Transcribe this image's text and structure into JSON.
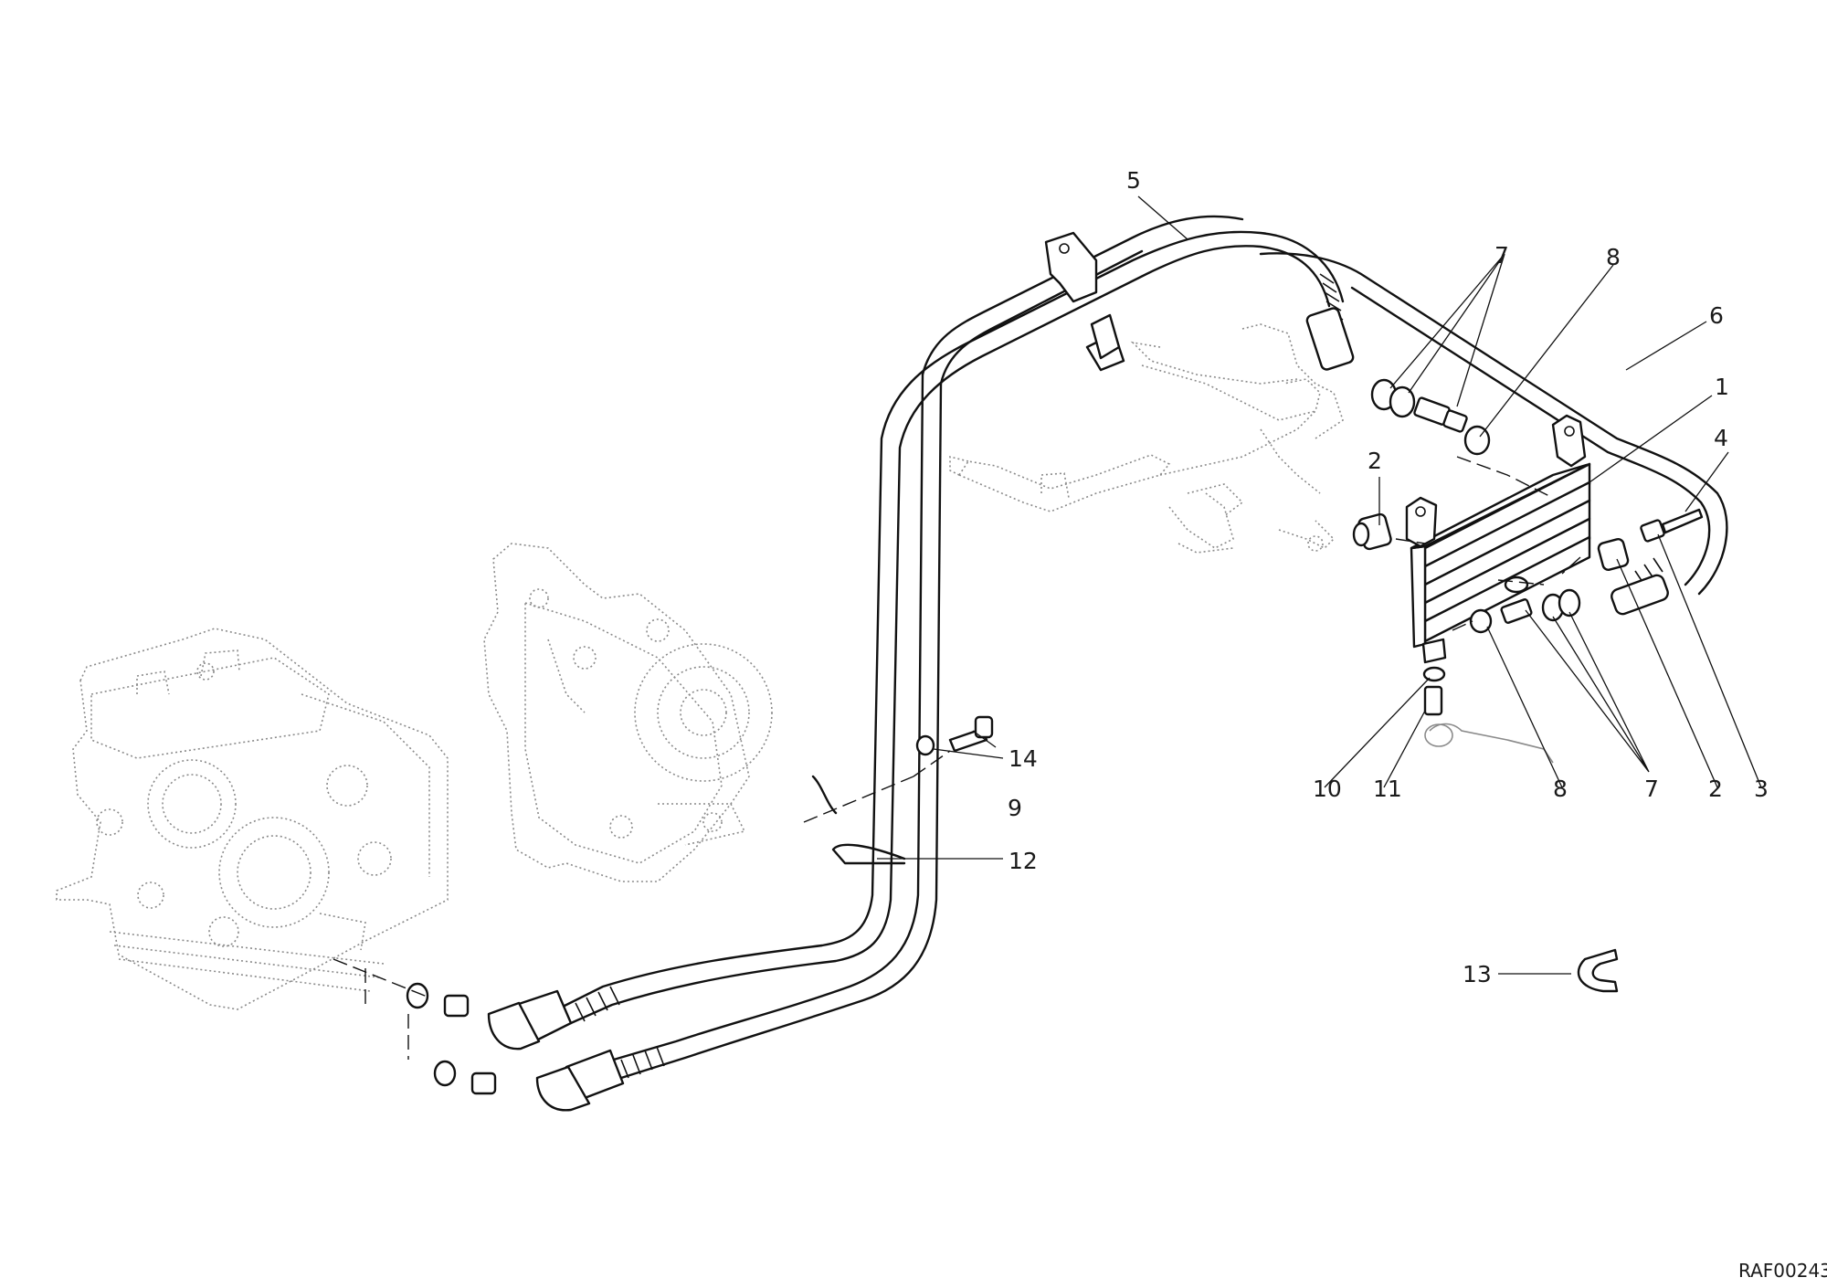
{
  "callouts": [
    {
      "id": "1",
      "text": "1"
    },
    {
      "id": "2a",
      "text": "2"
    },
    {
      "id": "2b",
      "text": "2"
    },
    {
      "id": "3",
      "text": "3"
    },
    {
      "id": "4",
      "text": "4"
    },
    {
      "id": "5",
      "text": "5"
    },
    {
      "id": "6",
      "text": "6"
    },
    {
      "id": "7a",
      "text": "7"
    },
    {
      "id": "7b",
      "text": "7"
    },
    {
      "id": "8a",
      "text": "8"
    },
    {
      "id": "8b",
      "text": "8"
    },
    {
      "id": "9",
      "text": "9"
    },
    {
      "id": "10",
      "text": "10"
    },
    {
      "id": "11",
      "text": "11"
    },
    {
      "id": "12",
      "text": "12"
    },
    {
      "id": "13",
      "text": "13"
    },
    {
      "id": "14",
      "text": "14"
    }
  ],
  "drawing_code": "RAF00243"
}
